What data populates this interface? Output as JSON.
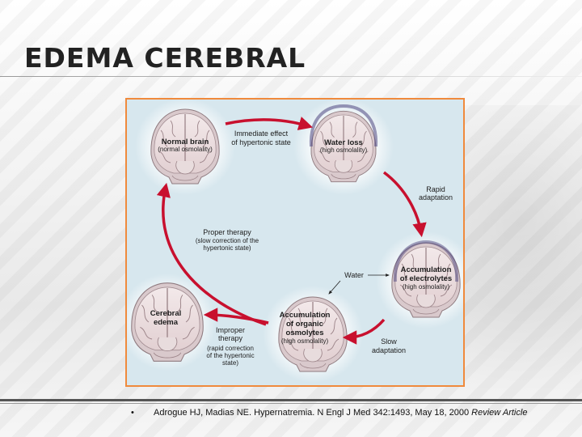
{
  "slide": {
    "title": "EDEMA CEREBRAL"
  },
  "diagram": {
    "brains": {
      "normal": {
        "name": "Normal brain",
        "sub": "(normal osmolality)"
      },
      "water_loss": {
        "name": "Water loss",
        "sub": "(high osmolality)"
      },
      "electrolytes": {
        "line1": "Accumulation",
        "line2": "of electrolytes",
        "sub": "(high osmolality)"
      },
      "organic": {
        "line1": "Accumulation",
        "line2": "of organic",
        "line3": "osmolytes",
        "sub": "(high osmolality)"
      },
      "edema": {
        "line1": "Cerebral",
        "line2": "edema"
      }
    },
    "arrows": {
      "immediate": {
        "line1": "Immediate effect",
        "line2": "of hypertonic state"
      },
      "rapid": {
        "line1": "Rapid",
        "line2": "adaptation"
      },
      "slow": {
        "line1": "Slow",
        "line2": "adaptation"
      },
      "proper": {
        "line1": "Proper therapy",
        "line2": "(slow correction of the",
        "line3": "hypertonic state)"
      },
      "improper": {
        "line1": "Improper",
        "line2": "therapy",
        "line3": "(rapid correction",
        "line4": "of the hypertonic",
        "line5": "state)"
      },
      "water": "Water"
    },
    "colors": {
      "arrow": "#c8102e",
      "frame": "#f08a3c",
      "panel": "#d7e7ee"
    }
  },
  "footer": {
    "bullet": "•",
    "citation": "Adrogue HJ, Madias NE. Hypernatremia. N Engl J Med 342:1493, May 18, 2000",
    "citation_tag": "Review Article"
  }
}
